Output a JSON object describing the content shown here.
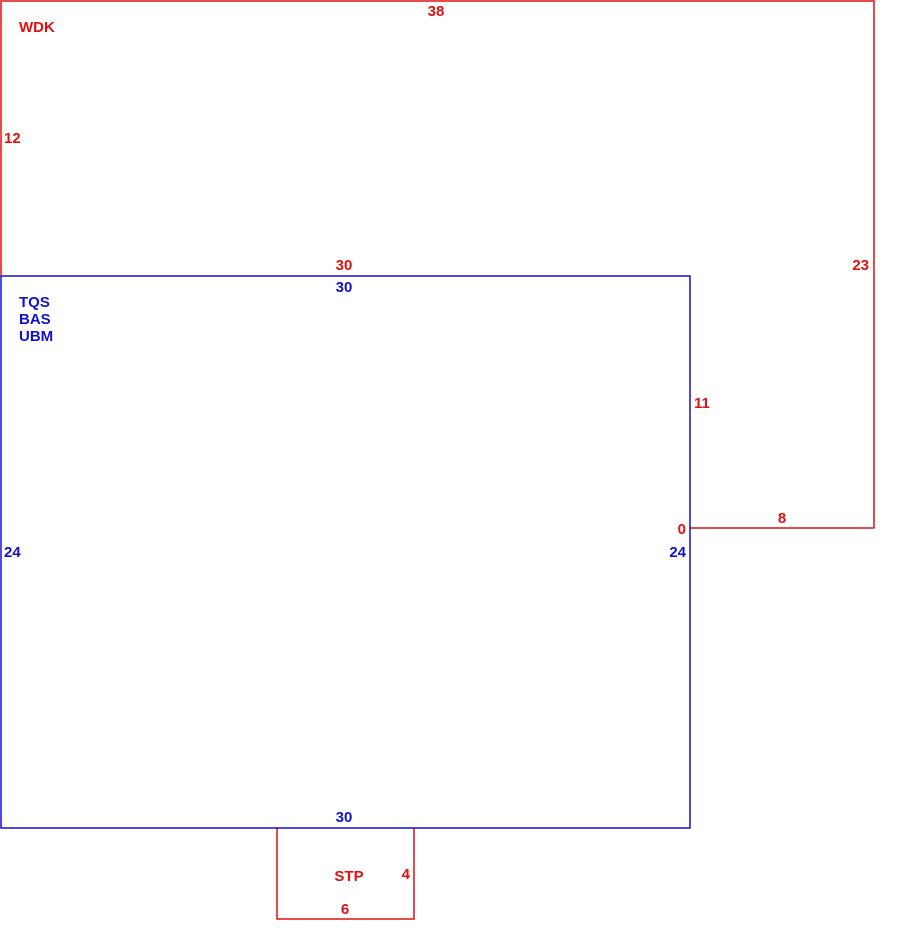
{
  "colors": {
    "red": "#dd1111",
    "blue": "#1111cc",
    "background": "#ffffff"
  },
  "areas": {
    "wdk": {
      "codes": [
        "WDK"
      ],
      "dims": {
        "top": "38",
        "left_upper": "12",
        "bottom_inner": "30",
        "right": "23",
        "step_vertical": "11",
        "step_corner": "0",
        "step_horizontal": "8"
      }
    },
    "main": {
      "codes": [
        "TQS",
        "BAS",
        "UBM"
      ],
      "dims": {
        "top": "30",
        "left": "24",
        "right": "24",
        "bottom": "30"
      }
    },
    "stp": {
      "codes": [
        "STP"
      ],
      "dims": {
        "right": "4",
        "bottom": "6"
      }
    }
  }
}
